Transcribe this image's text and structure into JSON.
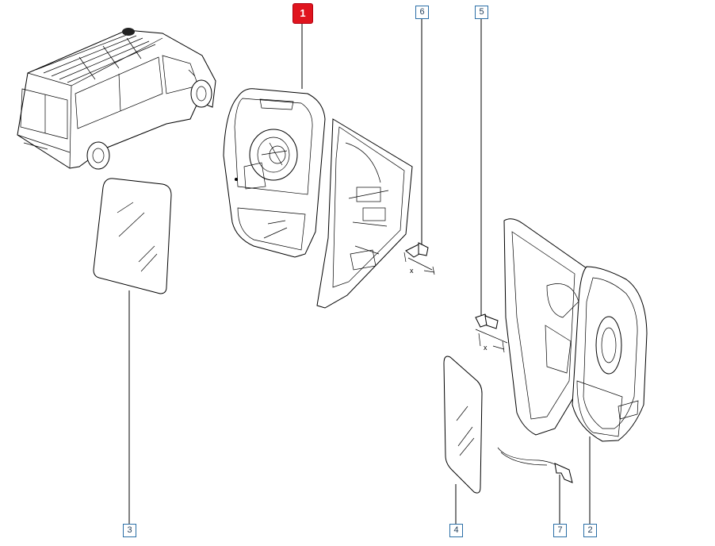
{
  "callouts": {
    "c1": "1",
    "c2": "2",
    "c3": "3",
    "c4": "4",
    "c5": "5",
    "c6": "6",
    "c7": "7"
  },
  "dimension_labels": {
    "d6": "x",
    "d5": "x"
  },
  "colors": {
    "active_callout": "#e0141e",
    "callout_border": "#2a6ea6"
  }
}
